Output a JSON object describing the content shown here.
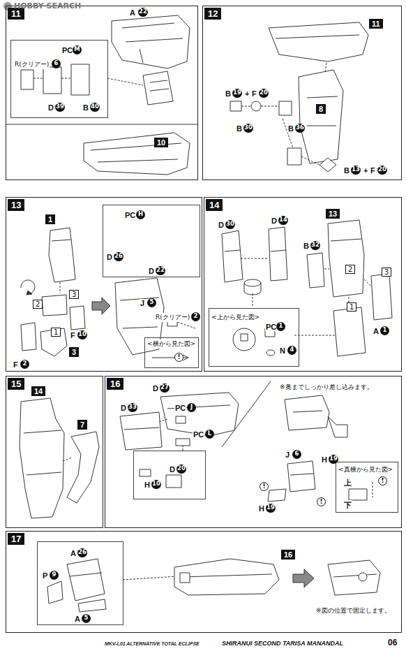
{
  "diagram": {
    "nodes": [
      {
        "text": [
          "11"
        ]
      },
      {
        "text": [
          "PC",
          "M",
          "R(クリアー)",
          "6",
          "D",
          "39",
          "B",
          "40"
        ],
        "in": 0
      },
      {
        "text": [
          "10"
        ],
        "in": 0
      },
      {
        "text": [
          "12"
        ]
      },
      {
        "text": [
          "11"
        ],
        "in": 3
      },
      {
        "text": [
          "8"
        ],
        "in": 3
      },
      {
        "text": [
          "13"
        ]
      },
      {
        "text": [
          "1"
        ],
        "in": 6
      },
      {
        "text": [
          "PC",
          "H",
          "D",
          "26",
          "D",
          "22"
        ],
        "in": 6
      },
      {
        "text": [
          "2"
        ],
        "in": 6
      },
      {
        "text": [
          "3"
        ],
        "in": 6
      },
      {
        "text": [
          "1"
        ],
        "in": 6
      },
      {
        "text": [
          "3"
        ],
        "in": 6
      },
      {
        "text": [
          "<横から見た図>",
          "!"
        ],
        "in": 6
      },
      {
        "text": [
          "14"
        ]
      },
      {
        "text": [
          "<上から見た図>",
          "PC",
          "1",
          "N",
          "4"
        ],
        "in": 14
      },
      {
        "text": [
          "13"
        ],
        "in": 14
      },
      {
        "text": [
          "2"
        ],
        "in": 14
      },
      {
        "text": [
          "3"
        ],
        "in": 14
      },
      {
        "text": [
          "1"
        ],
        "in": 14
      },
      {
        "text": [
          "15"
        ]
      },
      {
        "text": [
          "14"
        ],
        "in": 20
      },
      {
        "text": [
          "7"
        ],
        "in": 20
      },
      {
        "text": [
          "16"
        ]
      },
      {
        "text": [
          "H",
          "10",
          "D",
          "20"
        ],
        "in": 23
      },
      {
        "text": [
          "<真横から見た図>",
          "上",
          "!",
          "下"
        ],
        "in": 23
      },
      {
        "text": [
          "17"
        ]
      },
      {
        "text": [
          "16"
        ],
        "in": 26
      },
      {
        "text": [
          "P",
          "9",
          "A",
          "26",
          "A",
          "5"
        ],
        "in": 26
      }
    ],
    "labels": [
      "HOBBY SEARCH",
      "A",
      "22",
      "B",
      "19",
      "+",
      "F",
      "20",
      "B",
      "30",
      "B",
      "36",
      "B",
      "13",
      "+",
      "F",
      "20",
      "F",
      "2",
      "F",
      "10",
      "J",
      "5",
      "R(クリアー)",
      "2",
      "D",
      "30",
      "D",
      "14",
      "B",
      "32",
      "A",
      "1",
      "D",
      "27",
      "D",
      "33",
      "PC",
      "J",
      "PC",
      "L",
      "※奥までしっかり差し込みます。",
      "J",
      "6",
      "H",
      "19",
      "H",
      "19",
      "!",
      "!",
      "※図の位置で固定します。",
      "MKV-L01 ALTERNATIVE TOTAL ECLIPSE",
      "SHIRANUI SECOND TARISA MANANDAL",
      "06"
    ]
  }
}
